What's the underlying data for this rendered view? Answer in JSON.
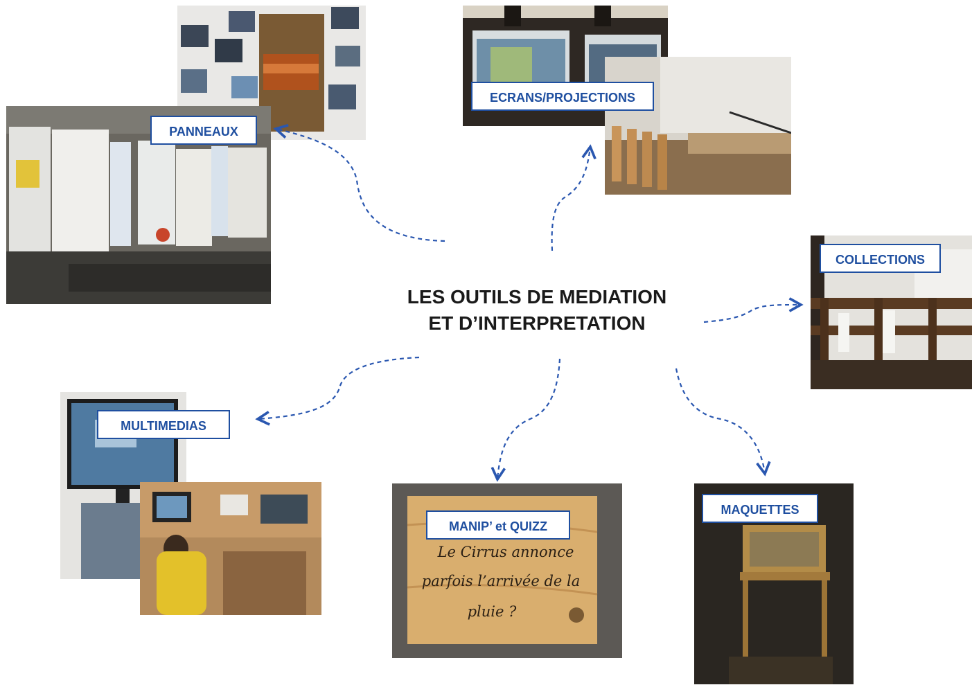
{
  "title": {
    "line1": "LES OUTILS DE MEDIATION",
    "line2": "ET D’INTERPRETATION"
  },
  "labels": {
    "panneaux": "PANNEAUX",
    "ecrans": "ECRANS/PROJECTIONS",
    "collections": "COLLECTIONS",
    "multimedias": "MULTIMEDIAS",
    "manip": "MANIP’ et QUIZZ",
    "maquettes": "MAQUETTES"
  },
  "sign": {
    "line1": "Le Cirrus annonce",
    "line2": "parfois l’arrivée de la",
    "line3": "pluie ?"
  },
  "colors": {
    "accent": "#1f4fa0",
    "arrow": "#2a57b0",
    "title": "#1a1a1a"
  }
}
